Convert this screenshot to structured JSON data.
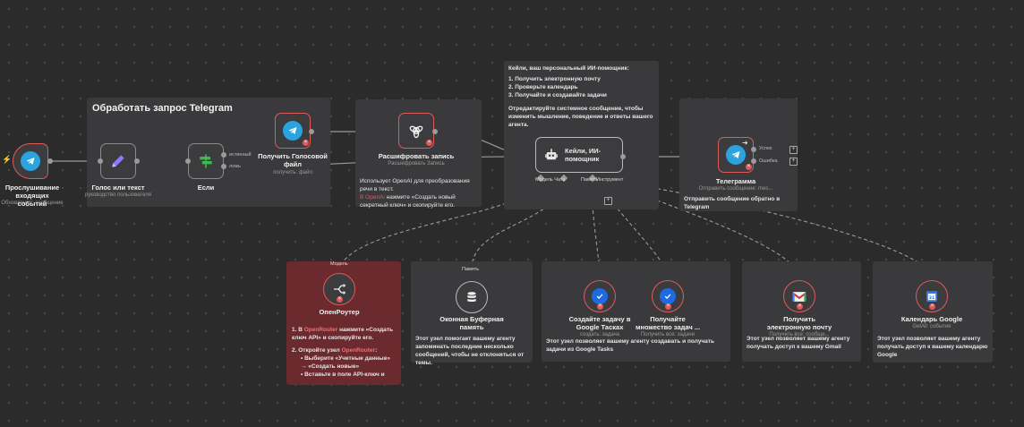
{
  "colors": {
    "accent_red": "#e05a5a",
    "telegram": "#2aa3df",
    "ai_note": "#6b2a2e"
  },
  "group1": {
    "title": "Обработать запрос Telegram"
  },
  "agent_note": {
    "intro": "Кейли, ваш персональный ИИ-помощник:",
    "items": [
      "Получить электронную почту",
      "Проверьте календарь",
      "Получайте и создавайте задачи"
    ],
    "footer": "Отредактируйте системное сообщение, чтобы изменить мышление, поведение и ответы вашего агента."
  },
  "decode_note": {
    "line1": "Использует OpenAI для преобразования речи в текст.",
    "line2_prefix": "В ",
    "line2_brand": "OpenAi",
    "line2_rest": " нажмите «Создать новый секретный ключ» и скопируйте его."
  },
  "telegram_note": {
    "text": "Отправить сообщение обратно в Telegram"
  },
  "nodes": {
    "trigger": {
      "title": "Прослушивание входящих событий",
      "sub": "Обновления: сообщение"
    },
    "voice_or_text": {
      "title": "Голос или текст",
      "sub": "руководство пользователя"
    },
    "if": {
      "title": "Если",
      "out_true": "истинный",
      "out_false": "ложь"
    },
    "get_voice": {
      "title": "Получить Голосовой файл",
      "sub": "получить: файл"
    },
    "transcribe": {
      "title": "Расшифровать запись",
      "sub": "Расшифровать Запись"
    },
    "agent": {
      "title": "Кейли, ИИ-помощник",
      "port_model": "Модель Чата",
      "port_memory": "Память",
      "port_tool": "Инструмент"
    },
    "telegram": {
      "title": "Телеграмма",
      "sub": "Отправить сообщение: mes...",
      "out_success": "Успех",
      "out_error": "Ошибка"
    }
  },
  "tools": {
    "openrouter": {
      "port": "Модель",
      "title": "ОпенРоутер",
      "step1_prefix": "В ",
      "step1_brand": "OpenRouter",
      "step1_rest": " нажмите «Создать ключ API» и скопируйте его.",
      "step2_prefix": "Откройте узел ",
      "step2_brand": "OpenRouter",
      "step2_rest": ":",
      "bullet1": "Выберите «Учетные данные» → «Создать новые»",
      "bullet2": "Вставьте в поле API-ключ и"
    },
    "memory": {
      "port": "Память",
      "title": "Оконная Буферная память",
      "desc": "Этот узел помогает вашему агенту запоминать последние несколько сообщений, чтобы не отклоняться от темы."
    },
    "create_task": {
      "title": "Создайте задачу в Google Тасках",
      "sub": "создать: задача"
    },
    "get_tasks": {
      "title": "Получайте множество задач ...",
      "sub": "Получить все: задачи"
    },
    "tasks_desc": "Этот узел позволяет вашему агенту создавать и получать задачи из Google Tasks",
    "gmail": {
      "title": "Получить электронную почту",
      "sub": "Получить все: сообще...",
      "desc": "Этот узел позволяет вашему агенту получать доступ к вашему Gmail"
    },
    "calendar": {
      "title": "Календарь Google",
      "sub": "GetAll: событие",
      "desc": "Этот узел позволяет вашему агенту получать доступ к вашему календарю Google"
    }
  }
}
